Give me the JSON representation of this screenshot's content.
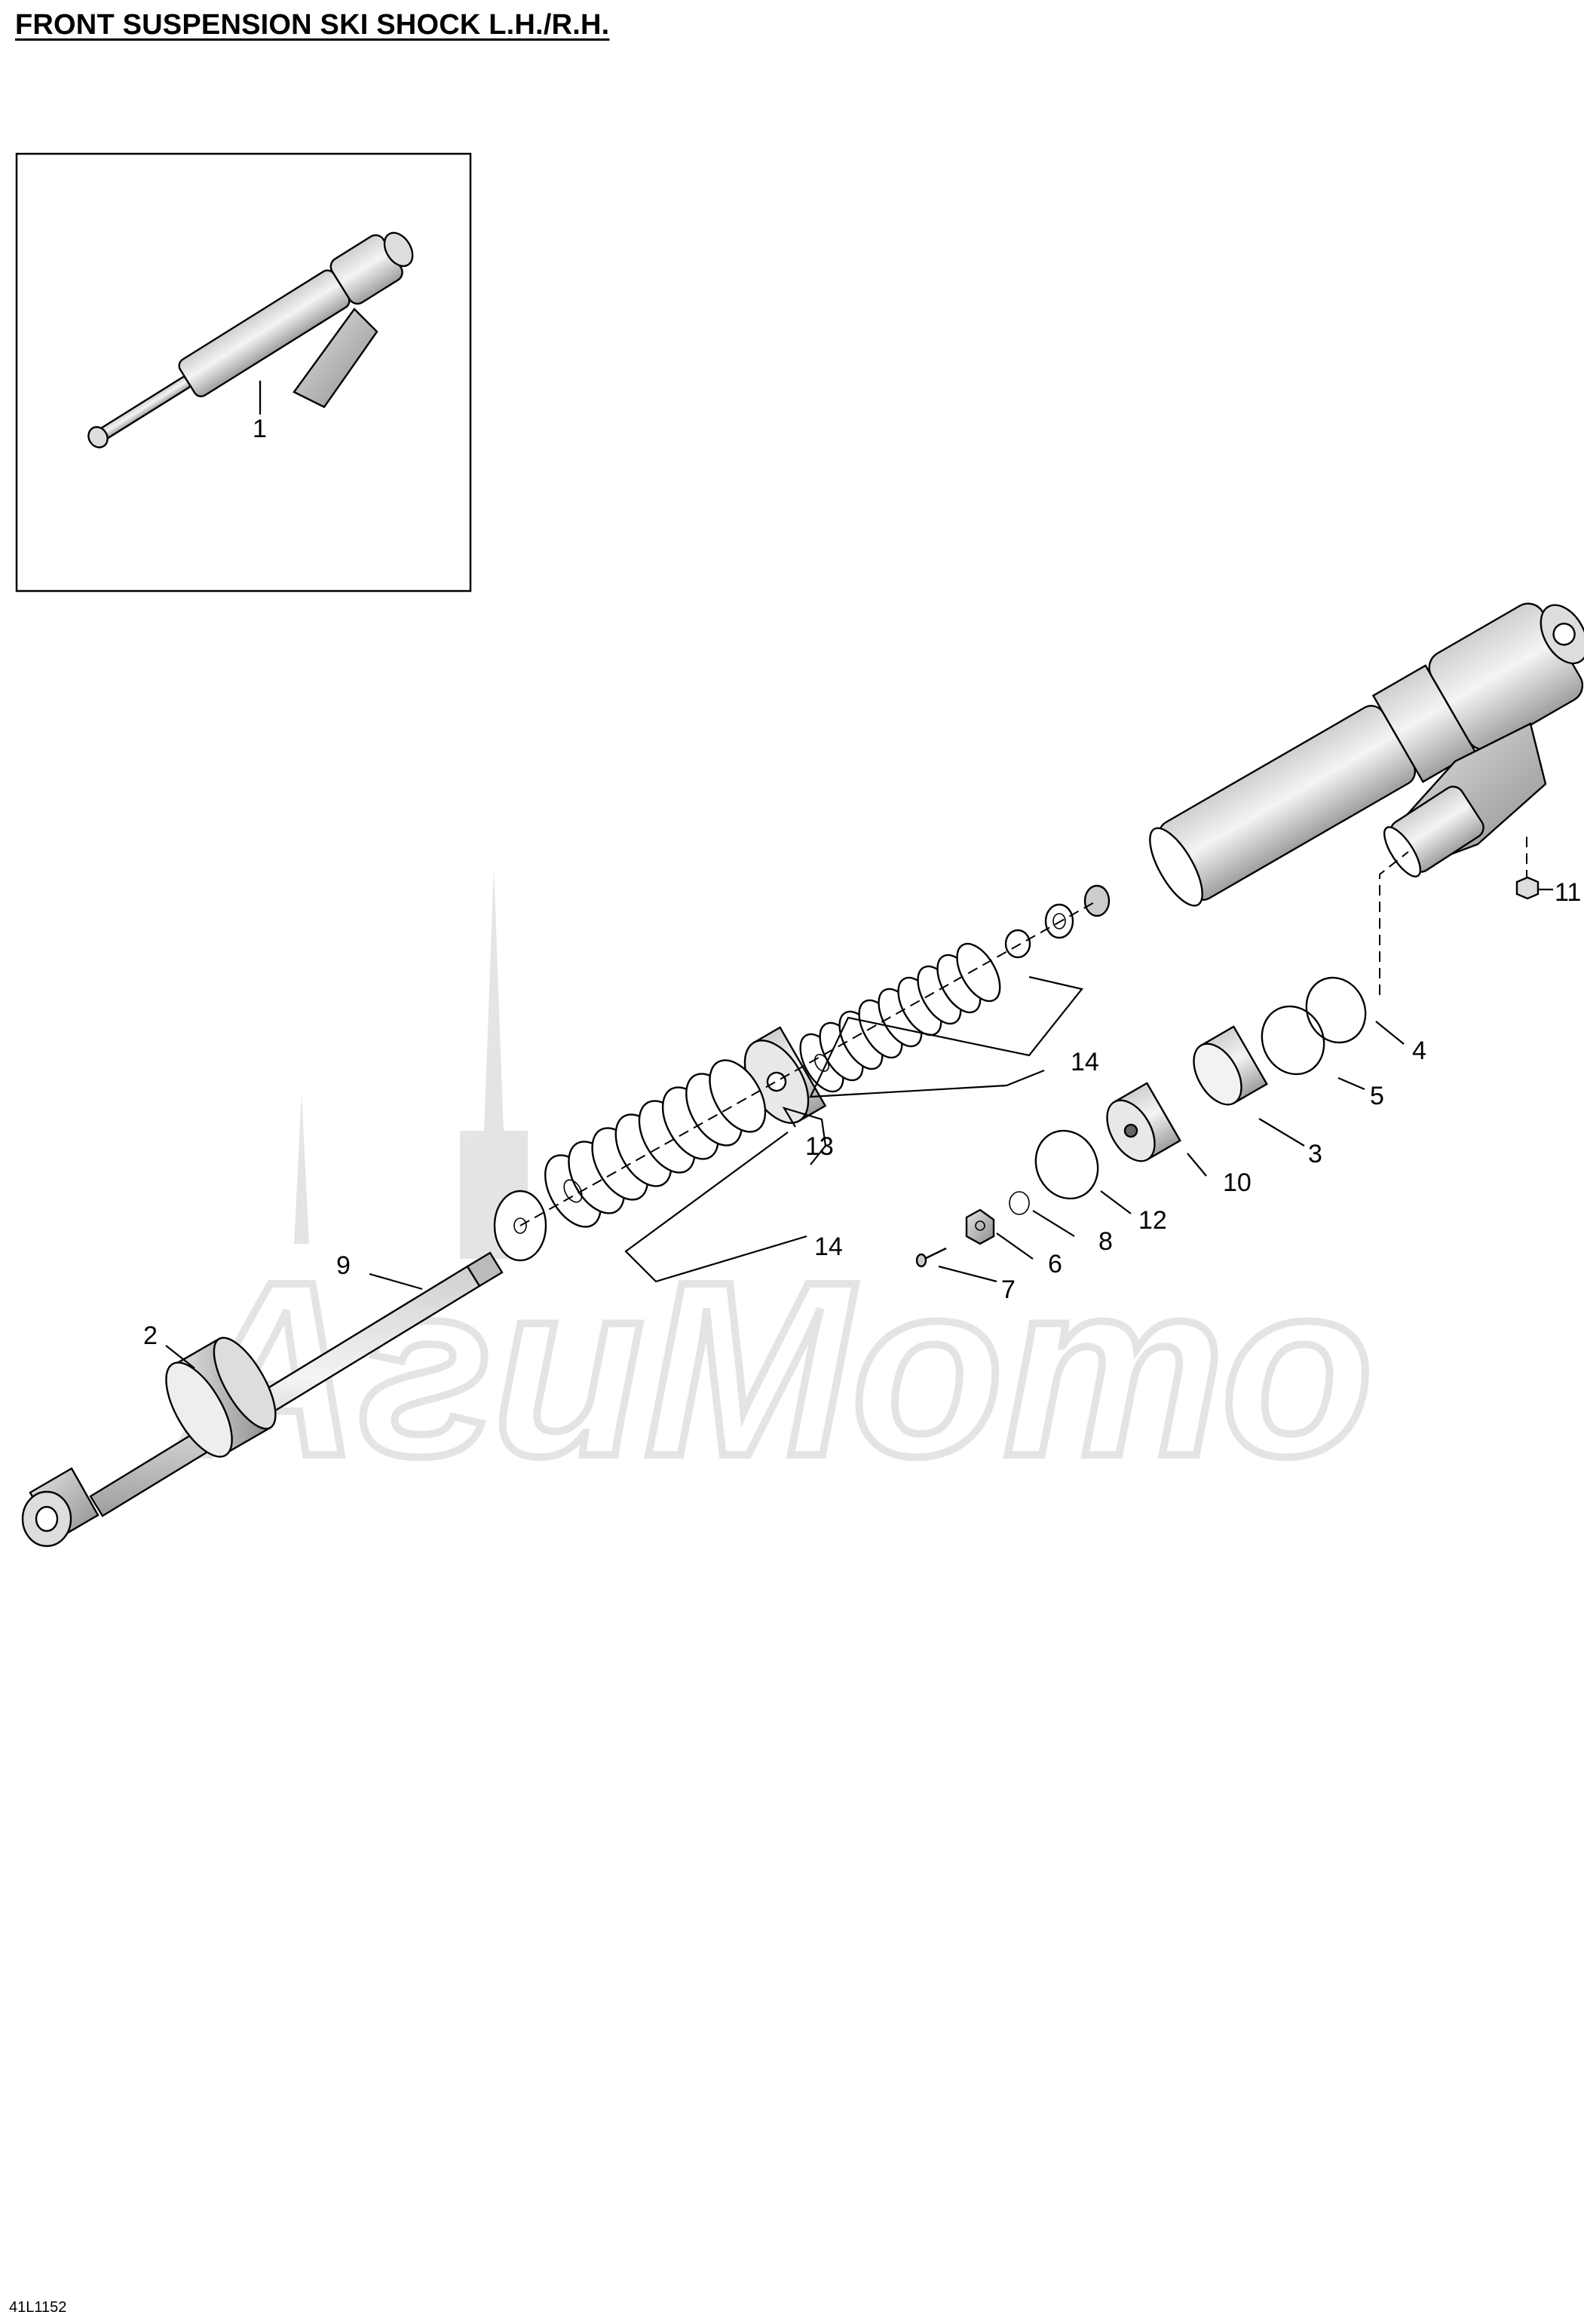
{
  "page": {
    "title": "FRONT SUSPENSION SKI SHOCK L.H./R.H.",
    "doc_code": "41L1152"
  },
  "watermark": {
    "text": "АгиМото"
  },
  "callouts": [
    {
      "id": "c1",
      "label": "1"
    },
    {
      "id": "c2",
      "label": "2"
    },
    {
      "id": "c3",
      "label": "3"
    },
    {
      "id": "c4",
      "label": "4"
    },
    {
      "id": "c5",
      "label": "5"
    },
    {
      "id": "c6",
      "label": "6"
    },
    {
      "id": "c7",
      "label": "7"
    },
    {
      "id": "c8",
      "label": "8"
    },
    {
      "id": "c9",
      "label": "9"
    },
    {
      "id": "c10",
      "label": "10"
    },
    {
      "id": "c11",
      "label": "11"
    },
    {
      "id": "c12",
      "label": "12"
    },
    {
      "id": "c13",
      "label": "13"
    },
    {
      "id": "c14a",
      "label": "14"
    },
    {
      "id": "c14b",
      "label": "14"
    }
  ]
}
